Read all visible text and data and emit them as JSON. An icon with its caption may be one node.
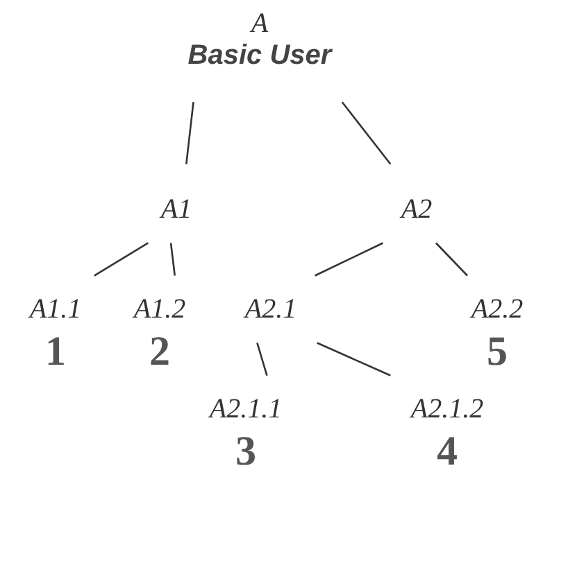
{
  "diagram": {
    "nodes": [
      {
        "text": [
          "A",
          "Basic User"
        ]
      },
      {
        "text": [
          "A1"
        ]
      },
      {
        "text": [
          "A2"
        ]
      },
      {
        "text": [
          "A1.1"
        ],
        "beside": [
          "1"
        ]
      },
      {
        "text": [
          "A1.2"
        ],
        "beside": [
          "2"
        ]
      },
      {
        "text": [
          "A2.1"
        ]
      },
      {
        "text": [
          "A2.2"
        ],
        "beside": [
          "5"
        ]
      },
      {
        "text": [
          "A2.1.1"
        ],
        "beside": [
          "3"
        ]
      },
      {
        "text": [
          "A2.1.2"
        ],
        "beside": [
          "4"
        ]
      }
    ],
    "edges": [
      {
        "from": 0,
        "to": 1,
        "arrow": "none"
      },
      {
        "from": 0,
        "to": 2,
        "arrow": "none"
      },
      {
        "from": 1,
        "to": 3,
        "arrow": "none"
      },
      {
        "from": 1,
        "to": 4,
        "arrow": "none"
      },
      {
        "from": 2,
        "to": 5,
        "arrow": "none"
      },
      {
        "from": 2,
        "to": 6,
        "arrow": "none"
      },
      {
        "from": 5,
        "to": 7,
        "arrow": "none"
      },
      {
        "from": 5,
        "to": 8,
        "arrow": "none"
      }
    ]
  }
}
